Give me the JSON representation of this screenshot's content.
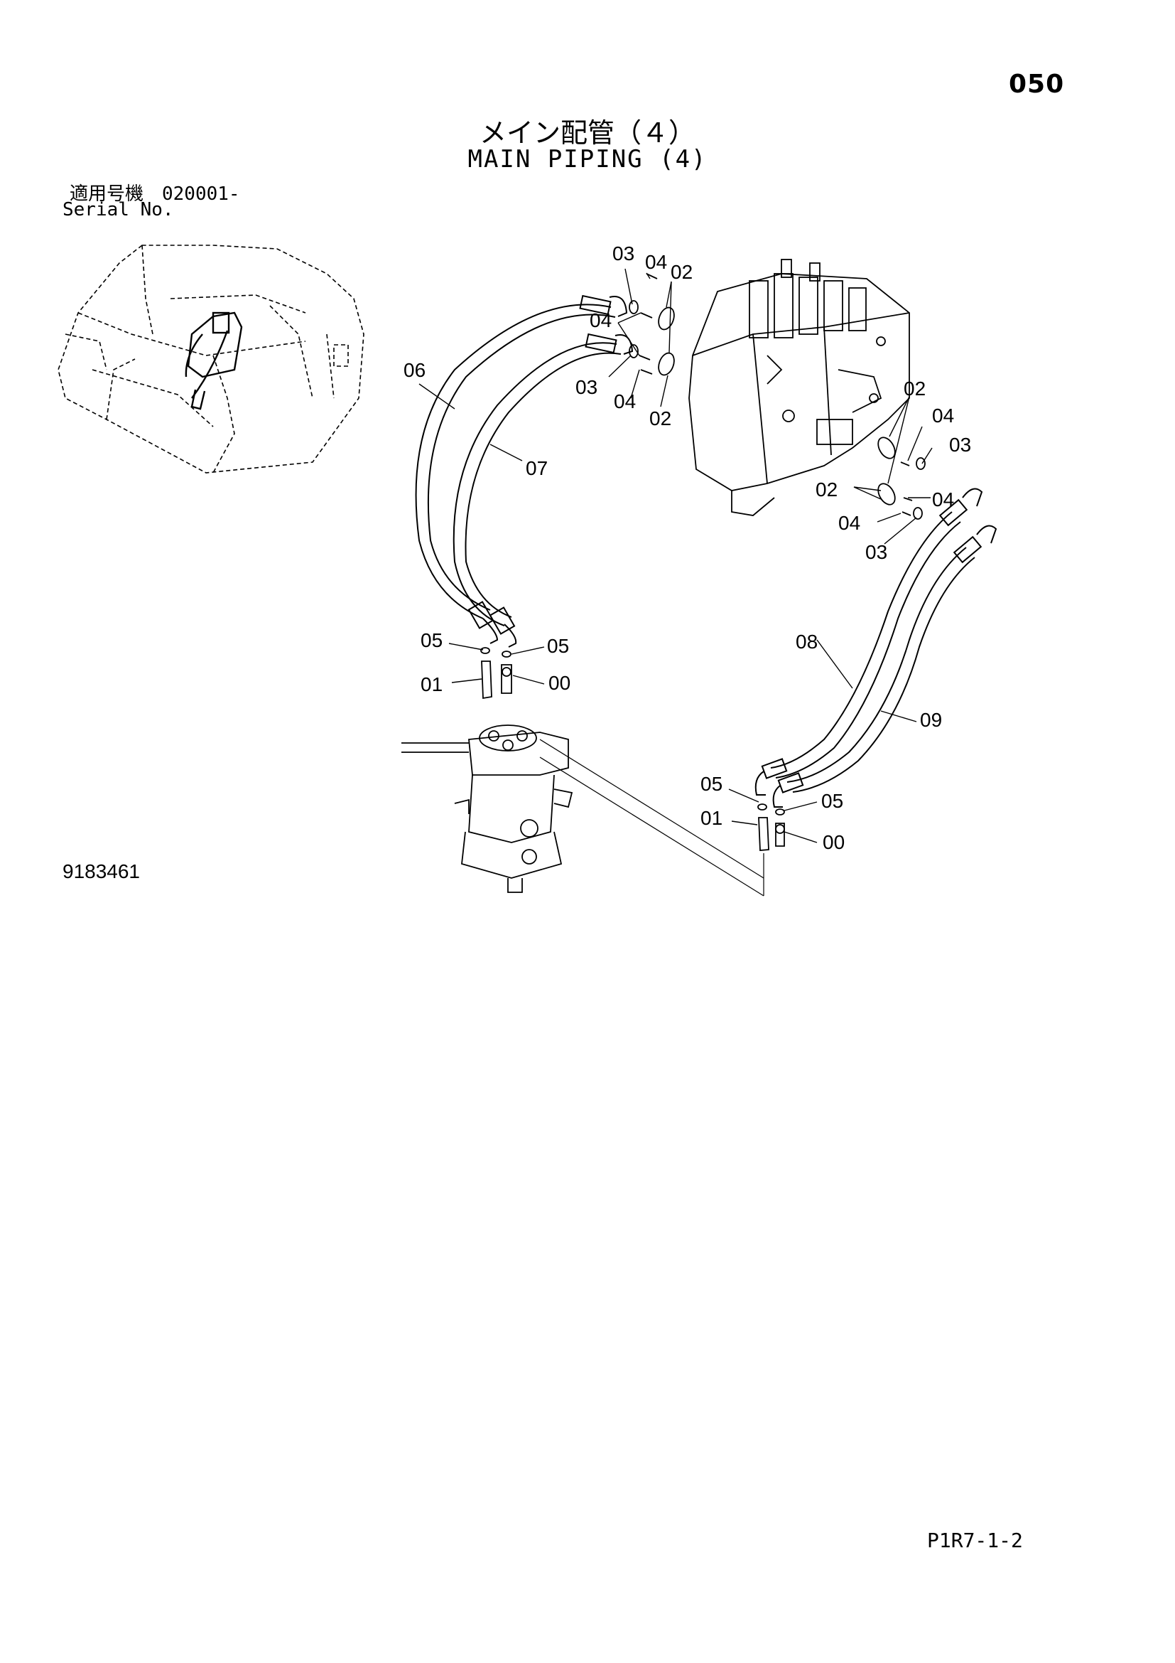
{
  "page": {
    "number": "050",
    "title_jp": "メイン配管（４）",
    "title_en": "MAIN PIPING (4)",
    "serial_label_jp": "適用号機　020001-",
    "serial_label_en": "Serial No.",
    "illustration_no": "9183461",
    "footer_code": "P1R7-1-2"
  },
  "diagram": {
    "callouts": {
      "c03_top": "03",
      "c04_top": "04",
      "c02_top": "02",
      "c04_mid": "04",
      "c03_mid": "03",
      "c04_mid2": "04",
      "c02_mid": "02",
      "c06": "06",
      "c07": "07",
      "c02_r1": "02",
      "c04_r1": "04",
      "c03_r1": "03",
      "c02_r2": "02",
      "c04_r2": "04",
      "c04_r3": "04",
      "c03_r3": "03",
      "c05_l1": "05",
      "c05_l2": "05",
      "c01_l": "01",
      "c00_l": "00",
      "c08": "08",
      "c09": "09",
      "c05_r1": "05",
      "c05_r2": "05",
      "c01_r": "01",
      "c00_r": "00"
    }
  }
}
